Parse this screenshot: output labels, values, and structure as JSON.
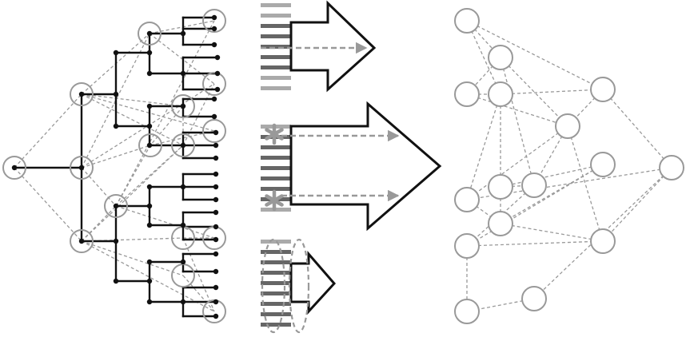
{
  "colors": {
    "tree": "#111111",
    "node": "#999999",
    "link": "#999999",
    "bar_light": "#aaaaaa",
    "bar_dark": "#666666",
    "arrow": "#111111",
    "background": "#ffffff"
  },
  "panels": {
    "left": "phylogenetic-tree-with-network",
    "middle": "sequence-alignment-transfer",
    "right": "reconstructed-network"
  },
  "icons": [
    "large-arrow-icon",
    "asterisk-icon",
    "dashed-arrow-icon",
    "loop-icon"
  ]
}
